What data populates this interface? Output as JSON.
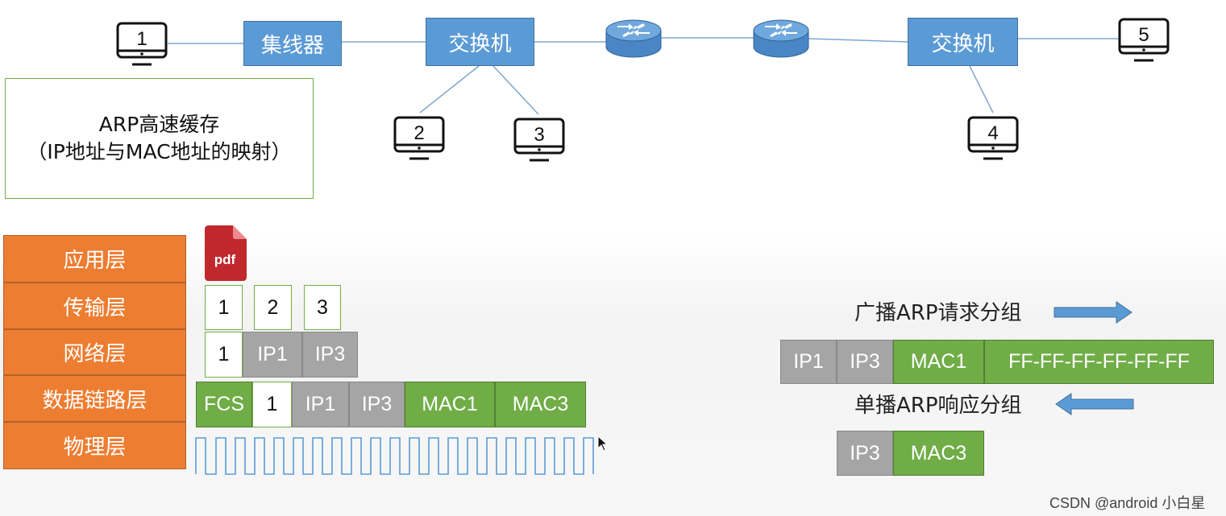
{
  "network": {
    "hosts": [
      "1",
      "2",
      "3",
      "4",
      "5"
    ],
    "hub_label": "集线器",
    "switch_left_label": "交换机",
    "switch_right_label": "交换机"
  },
  "cache": {
    "line1": "ARP高速缓存",
    "line2": "（IP地址与MAC地址的映射）"
  },
  "layers": [
    "应用层",
    "传输层",
    "网络层",
    "数据链路层",
    "物理层"
  ],
  "pdf_label": "pdf",
  "transport_segments": [
    "1",
    "2",
    "3"
  ],
  "network_packet": [
    "1",
    "IP1",
    "IP3"
  ],
  "frame": [
    "FCS",
    "1",
    "IP1",
    "IP3",
    "MAC1",
    "MAC3"
  ],
  "broadcast": {
    "title": "广播ARP请求分组",
    "fields": [
      "IP1",
      "IP3",
      "MAC1",
      "FF-FF-FF-FF-FF-FF"
    ]
  },
  "unicast": {
    "title": "单播ARP响应分组",
    "fields": [
      "IP3",
      "MAC3"
    ]
  },
  "watermark": "CSDN @android 小白星",
  "colors": {
    "device_blue": "#5b9bd5",
    "layer_orange": "#ed7d31",
    "gray_field": "#a5a5a5",
    "green_field": "#70ad47",
    "signal_blue": "#5b9bd5"
  }
}
